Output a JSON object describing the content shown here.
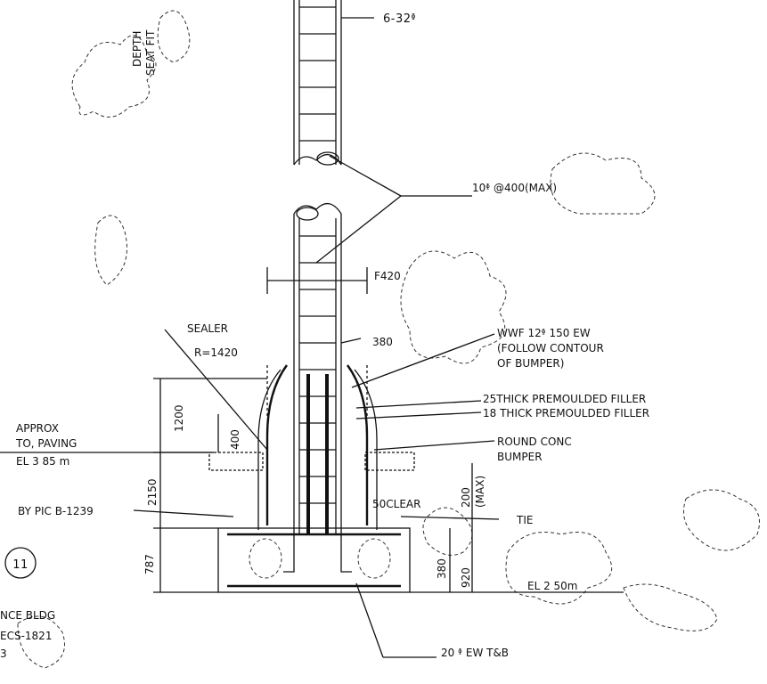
{
  "labels": {
    "main_bars": "6-32ᶲ",
    "ties_spacing": "10ᶲ @400(MAX)",
    "pile_dia_top": "F420",
    "sealer": "SEALER",
    "radius": "R=1420",
    "pile_dia_bottom": "380",
    "wwf_line1": "WWF 12ᶲ 150 EW",
    "wwf_line2": "(FOLLOW CONTOUR",
    "wwf_line3": "OF BUMPER)",
    "filler_25": "25THICK PREMOULDED FILLER",
    "filler_18": "18 THICK PREMOULDED FILLER",
    "approx_line1": "APPROX",
    "approx_line2": "TO, PAVING",
    "elev_top": "EL 3 85 m",
    "bumper_line1": "ROUND CONC",
    "bumper_line2": "BUMPER",
    "dim_1200": "1200",
    "dim_400": "400",
    "dim_2150": "2150",
    "dim_787": "787",
    "dim_200max": "200",
    "dim_max": "(MAX)",
    "clear": "50CLEAR",
    "tie": "TIE",
    "by_pic": "BY PIC B-1239",
    "dim_380": "380",
    "dim_920": "920",
    "elev_bottom": "EL 2 50m",
    "bottom_bars": "20 ᶲ EW T&B",
    "detail_number": "11",
    "bldg_line1": "NCE BLDG",
    "bldg_line2": "ECS-1821",
    "bldg_line3": "3",
    "depth_label": "DEPTH",
    "seat_label": "SEAT FIT"
  },
  "colors": {
    "ink": "#111111",
    "paper": "#ffffff"
  }
}
